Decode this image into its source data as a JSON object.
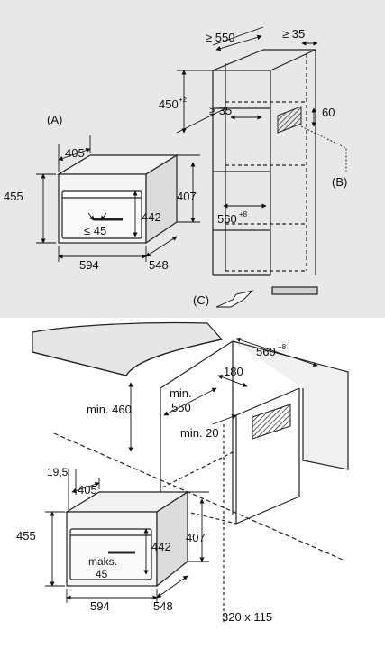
{
  "top": {
    "letter_a": "(A)",
    "letter_b": "(B)",
    "letter_c": "(C)",
    "appliance": {
      "depth_top": "405",
      "height": "455",
      "front_height": "407",
      "inner_height": "442",
      "handle": "≤ 45",
      "width": "594",
      "depth": "548"
    },
    "cabinet": {
      "width": "≥ 550",
      "side_gap": "≥ 35",
      "height": "450",
      "height_tol": "+2",
      "shelf_gap": "≥ 35",
      "vent": "60",
      "inner_width": "560",
      "inner_width_tol": "+8"
    }
  },
  "bottom": {
    "counter_width": "560",
    "counter_width_tol": "+8",
    "gap": "180",
    "min_height": "min. 460",
    "min_depth_a": "min.",
    "min_depth_b": "550",
    "min_vent": "min. 20",
    "appliance": {
      "offset": "19,5",
      "depth_top": "405",
      "height": "455",
      "inner_height": "442",
      "front_height": "407",
      "handle_a": "maks.",
      "handle_b": "45",
      "width": "594",
      "depth": "548"
    },
    "opening": "320 x 115"
  }
}
